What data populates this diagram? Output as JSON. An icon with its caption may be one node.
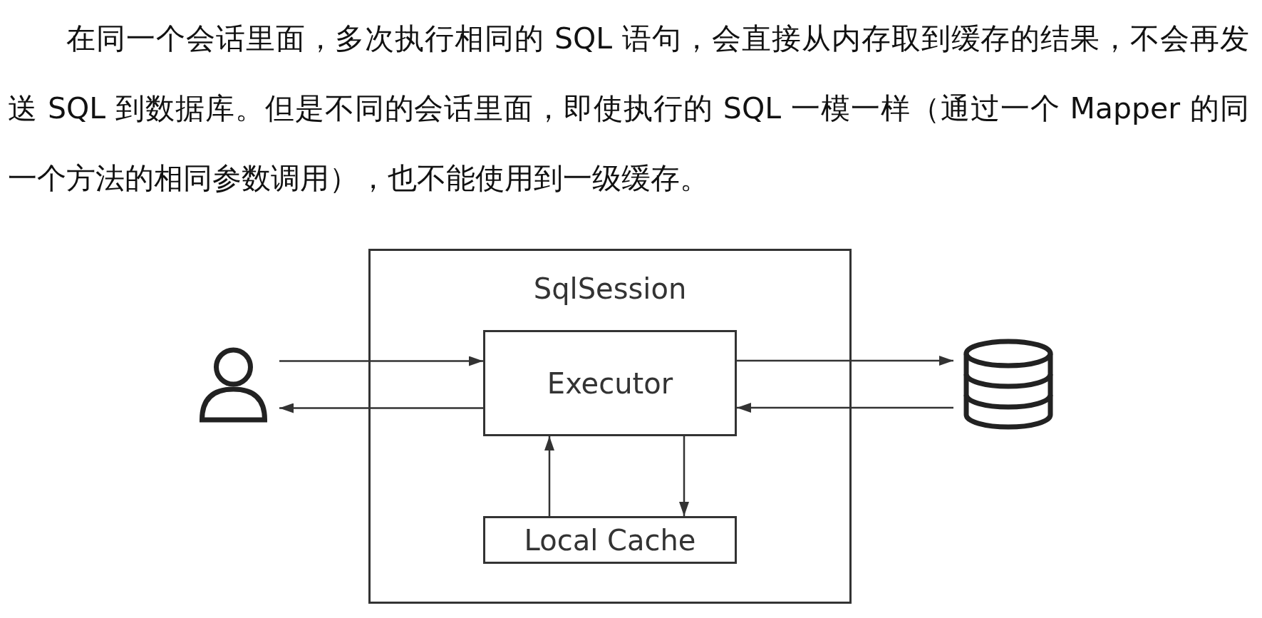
{
  "diagram": {
    "nodes": [
      {
        "text": [
          "SqlSession"
        ]
      },
      {
        "text": [
          "Executor"
        ],
        "in": 0
      },
      {
        "text": [
          "Local Cache"
        ],
        "in": 0
      },
      {
        "text": [],
        "shape": "person"
      },
      {
        "text": [],
        "shape": "cylinder"
      }
    ],
    "edges": [
      {
        "from": 3,
        "to": 1,
        "arrow": "to"
      },
      {
        "from": 1,
        "to": 3,
        "arrow": "to"
      },
      {
        "from": 1,
        "to": 4,
        "arrow": "to"
      },
      {
        "from": 4,
        "to": 1,
        "arrow": "to"
      },
      {
        "from": 2,
        "to": 1,
        "arrow": "to"
      },
      {
        "from": 1,
        "to": 2,
        "arrow": "to"
      }
    ],
    "labels": [
      "在同一个会话里面，多次执行相同的 SQL 语句，会直接从内存取到缓存的结果，不会再发送 SQL 到数据库。但是不同的会话里面，即使执行的 SQL 一模一样（通过一个 Mapper 的同一个方法的相同参数调用），也不能使用到一级缓存。"
    ]
  }
}
